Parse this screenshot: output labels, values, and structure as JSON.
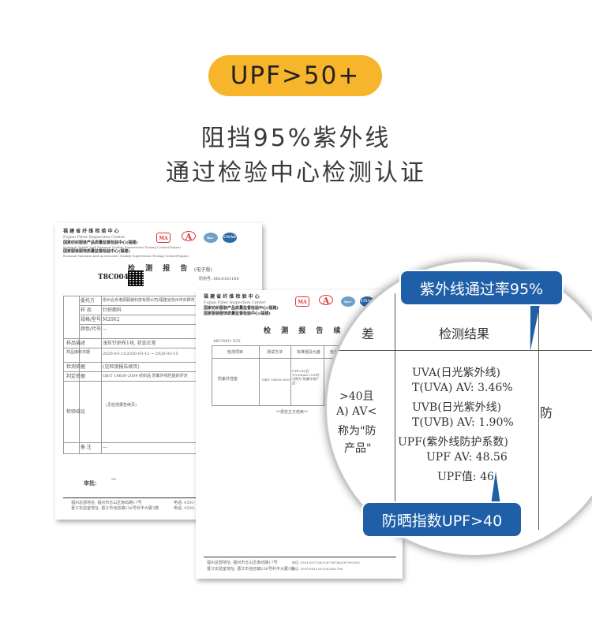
{
  "badge": {
    "label": "UPF>50+"
  },
  "headline": {
    "line1": "阻挡95%紫外线",
    "line2": "通过检验中心检测认证"
  },
  "doc1": {
    "org_cn": "福 建 省 纤 维 检 验 中 心",
    "org_en": "Fujian Fiber Inspection Center",
    "center1": "国家纺织服装产品质量监督检验中心(福建)",
    "center1_en": "National Textile And Garment Quality Supervision Testing Center(Fujian)",
    "center2": "国家服装服饰质量监督检验中心(福建)",
    "center2_en": "National Garment and Accessories Quality Supervision Testing Center(Fujian)",
    "logos": [
      "MA",
      "A",
      "ilac-MRA",
      "CNAS"
    ],
    "title": "检 测 报 告",
    "edition": "(电子版)",
    "barcode": "T8C0043",
    "report_no_label": "防伪号: 8R18161180",
    "rows": [
      {
        "label": "委托方",
        "value": "泉州合赤港源服装科技有限公司/福建省泉州市石狮市"
      },
      {
        "label": "样 品",
        "value": "针织面料"
      },
      {
        "label": "规格/型号",
        "value": "M2062"
      },
      {
        "label": "颜色/代号",
        "value": "---"
      },
      {
        "label": "样品描述",
        "value": "浅灰针织布1块, 状态正常"
      },
      {
        "label": "样品接收日期",
        "value": "2020-03-11/2020-03-12 ~ 2020-03-15"
      },
      {
        "label": "检测依据",
        "value": "(见检测报告续页)"
      },
      {
        "label": "判定依据",
        "value": "GB/T 18830-2009  纺织品  防紫外线性能的评定"
      },
      {
        "label": "检验结论",
        "value": "(见检测报告续页)"
      },
      {
        "label": "备 注",
        "value": "---"
      }
    ],
    "sign_label": "审批:",
    "footer1": "福州总部地址: 福州市仓山区南屿路17号",
    "footer2": "晋江实验室地址: 晋江市池店镇236号科丰大厦3楼",
    "tel1": "电话: 0591-83710801",
    "tel2": "电话: 0595-88123670"
  },
  "doc2": {
    "title": "检 测 报 告 续 页",
    "report_no": "4RC0001 935",
    "headers": [
      "检测项目",
      "测试方法",
      "标准值及允差",
      "检测结果"
    ],
    "row": {
      "item": "防紫外性能",
      "method": "GB/T 18830-2009",
      "standard": "UPF>40且T(UVA)AV<5%时,可称为\"防紫外线产品\""
    },
    "end_note": "**报告正文结束**",
    "footer1": "福州总部地址: 福州市仓山区南屿路17号",
    "footer2": "晋江实验室地址: 晋江市池店镇236号科丰大厦3楼",
    "tel1": "电话: 0591-83710801/87987663/87993992",
    "tel2": "电话: 0595-88123670/82682768"
  },
  "magnifier": {
    "col_header_left": "差",
    "col_header": "检测结果",
    "standard_frag": [
      ">40且",
      "A) AV<",
      "称为\"防",
      "产品\""
    ],
    "results": [
      "UVA(日光紫外线)",
      "T(UVA) AV: 3.46%",
      "UVB(日光紫外线)",
      "T(UVB) AV: 1.90%",
      "UPF(紫外线防护系数)",
      "UPF AV: 48.56",
      "UPF值: 46"
    ],
    "right_frag": "防"
  },
  "callouts": {
    "uv_pass": "紫外线通过率95%",
    "upf_index": "防晒指数UPF>40"
  },
  "colors": {
    "badge": "#f6b52a",
    "callout": "#1f5fa8"
  }
}
